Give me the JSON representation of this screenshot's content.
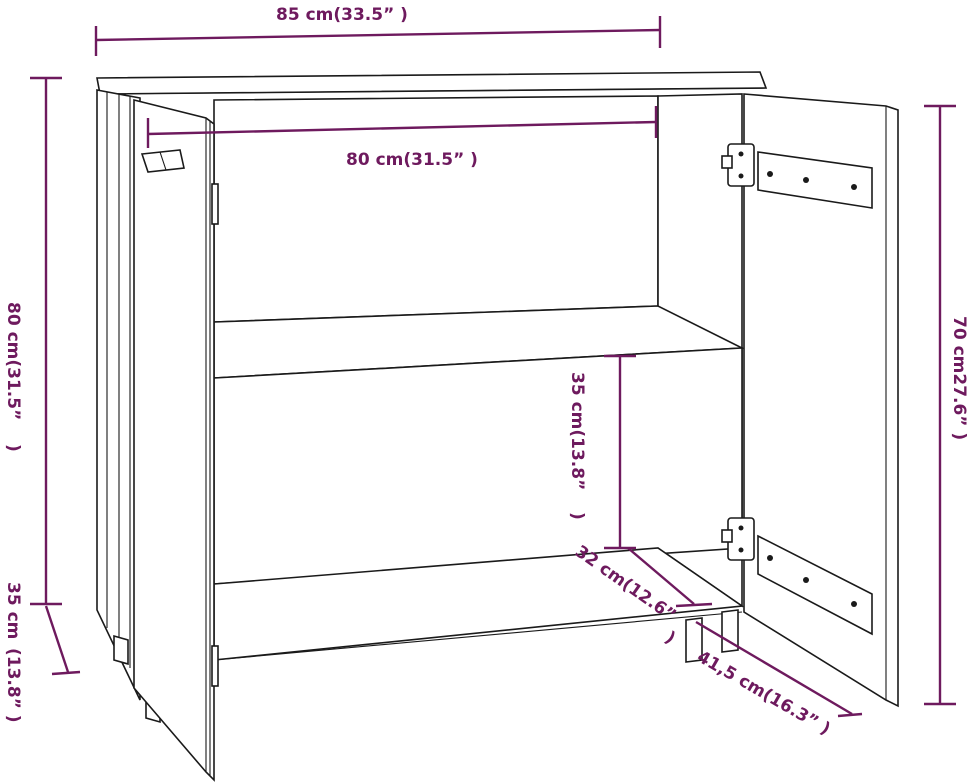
{
  "colors": {
    "dimension": "#6e1a5e",
    "outline": "#1a1a1a",
    "background": "#ffffff"
  },
  "dimensions": {
    "total_width": "85 cm(33.5” )",
    "inner_width": "80 cm(31.5” )",
    "total_height_line1": "80 cm(31.5”",
    "total_height_line2": ")",
    "leg_height_line1": "35 cm",
    "leg_height_line2": "(13.8” )",
    "shelf_height_line1": "35 cm(13.8”",
    "shelf_height_line2": ")",
    "door_height": "70 cm27.6” )",
    "inner_depth_line1": "32 cm(12.6”",
    "inner_depth_line2": ")",
    "total_depth": "41,5 cm(16.3” )"
  }
}
